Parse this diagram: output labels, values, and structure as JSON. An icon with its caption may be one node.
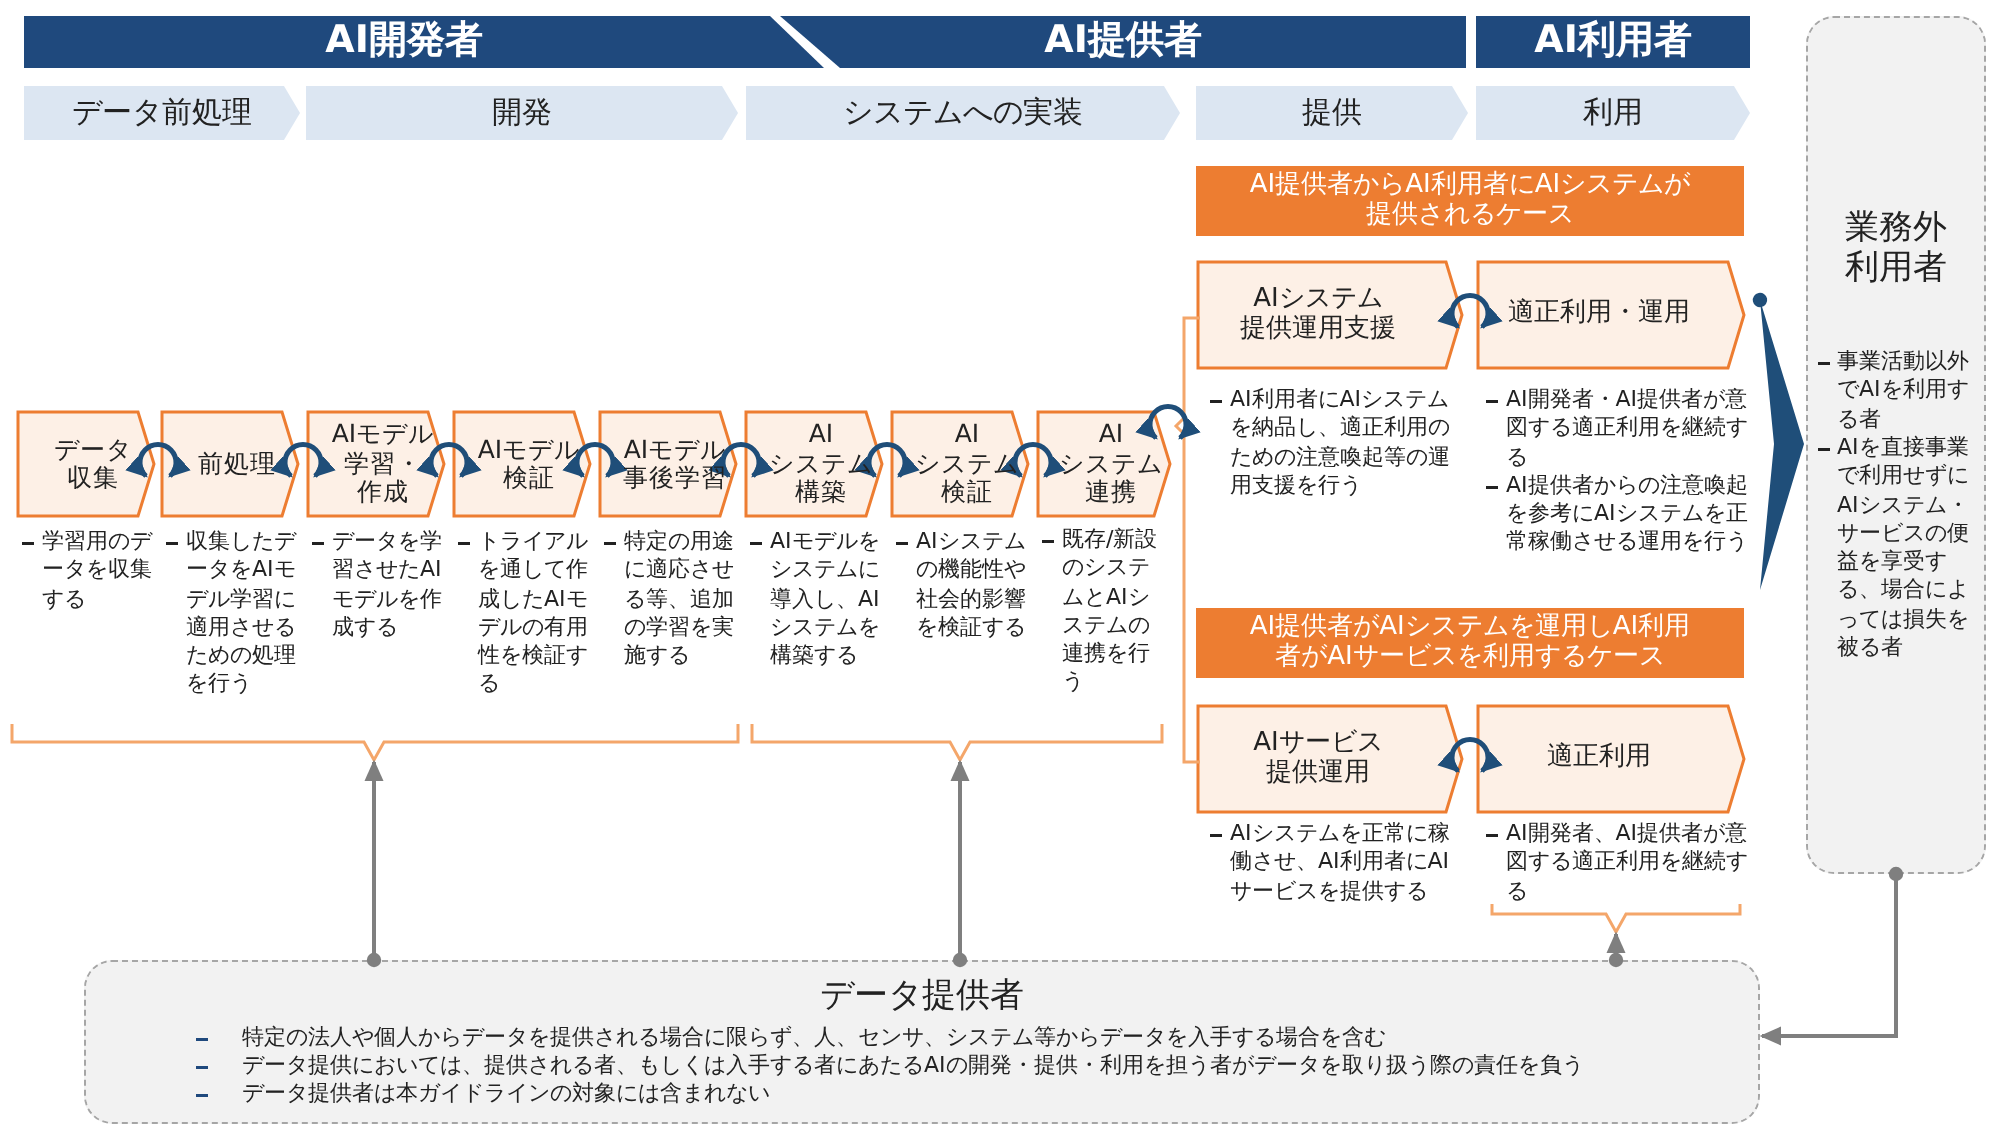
{
  "diagram": {
    "nodes": [
      {
        "text": [
          "AI開発者"
        ]
      },
      {
        "text": [
          "AI提供者"
        ]
      },
      {
        "text": [
          "AI利用者"
        ]
      },
      {
        "text": [
          "データ前処理"
        ]
      },
      {
        "text": [
          "開発"
        ]
      },
      {
        "text": [
          "システムへの実装"
        ]
      },
      {
        "text": [
          "提供"
        ]
      },
      {
        "text": [
          "利用"
        ]
      },
      {
        "text": [
          "AI提供者からAI利用者にAIシステムが提供されるケース"
        ]
      },
      {
        "text": [
          "AI提供者がAIシステムを運用しAI利用者がAIサービスを利用するケース"
        ]
      },
      {
        "text": [
          "データ収集"
        ],
        "beside": [
          "学習用のデータを収集する"
        ]
      },
      {
        "text": [
          "前処理"
        ],
        "beside": [
          "収集したデータをAIモデル学習に適用させるための処理を行う"
        ]
      },
      {
        "text": [
          "AIモデル学習・作成"
        ],
        "beside": [
          "データを学習させたAIモデルを作成する"
        ]
      },
      {
        "text": [
          "AIモデル検証"
        ],
        "beside": [
          "トライアルを通して作成したAIモデルの有用性を検証する"
        ]
      },
      {
        "text": [
          "AIモデル事後学習"
        ],
        "beside": [
          "特定の用途に適応させる等、追加の学習を実施する"
        ]
      },
      {
        "text": [
          "AIシステム構築"
        ],
        "beside": [
          "AIモデルをシステムに導入し、AIシステムを構築する"
        ]
      },
      {
        "text": [
          "AIシステム検証"
        ],
        "beside": [
          "AIシステムの機能性や社会的影響を検証する"
        ]
      },
      {
        "text": [
          "AIシステム連携"
        ],
        "beside": [
          "既存/新設のシステムとAIシステムの連携を行う"
        ]
      },
      {
        "text": [
          "AIシステム提供運用支援"
        ],
        "beside": [
          "AI利用者にAIシステムを納品し、適正利用のための注意喚起等の運用支援を行う"
        ]
      },
      {
        "text": [
          "適正利用・運用"
        ],
        "beside": [
          "AI開発者・AI提供者が意図する適正利用を継続する",
          "AI提供者からの注意喚起を参考にAIシステムを正常稼働させる運用を行う"
        ]
      },
      {
        "text": [
          "AIサービス提供運用"
        ],
        "beside": [
          "AIシステムを正常に稼働させ、AI利用者にAIサービスを提供する"
        ]
      },
      {
        "text": [
          "適正利用"
        ],
        "beside": [
          "AI開発者、AI提供者が意図する適正利用を継続する"
        ]
      },
      {
        "text": [
          "業務外利用者",
          "事業活動以外でAIを利用する者",
          "AIを直接事業で利用せずにAIシステム・サービスの便益を享受する、場合によっては損失を被る者"
        ]
      },
      {
        "text": [
          "データ提供者",
          "特定の法人や個人からデータを提供される場合に限らず、人、センサ、システム等からデータを入手する場合を含む",
          "データ提供においては、提供される者、もしくは入手する者にあたるAIの開発・提供・利用を担う者がデータを取り扱う際の責任を負う",
          "データ提供者は本ガイドラインの対象には含まれない"
        ]
      },
      {
        "text": [],
        "shape": "bracket"
      },
      {
        "text": [],
        "shape": "bracket"
      },
      {
        "text": [],
        "shape": "bracket"
      },
      {
        "text": [],
        "shape": "bracket"
      }
    ],
    "edges": [
      {
        "from": 10,
        "to": 11,
        "arrow": "both"
      },
      {
        "from": 11,
        "to": 12,
        "arrow": "both"
      },
      {
        "from": 12,
        "to": 13,
        "arrow": "both"
      },
      {
        "from": 13,
        "to": 14,
        "arrow": "both"
      },
      {
        "from": 14,
        "to": 15,
        "arrow": "both"
      },
      {
        "from": 15,
        "to": 16,
        "arrow": "both"
      },
      {
        "from": 16,
        "to": 17,
        "arrow": "both"
      },
      {
        "from": 17,
        "to": 26,
        "arrow": "both"
      },
      {
        "from": 18,
        "to": 19,
        "arrow": "both"
      },
      {
        "from": 20,
        "to": 21,
        "arrow": "both"
      },
      {
        "from": 23,
        "to": 24,
        "arrow": "to",
        "color": "#7f7f7f"
      },
      {
        "from": 23,
        "to": 25,
        "arrow": "to",
        "color": "#7f7f7f"
      },
      {
        "from": 23,
        "to": 27,
        "arrow": "to",
        "color": "#7f7f7f"
      },
      {
        "from": 22,
        "to": 23,
        "arrow": "to",
        "color": "#7f7f7f"
      },
      {
        "from": null,
        "to": 22,
        "arrow": "to"
      }
    ]
  }
}
